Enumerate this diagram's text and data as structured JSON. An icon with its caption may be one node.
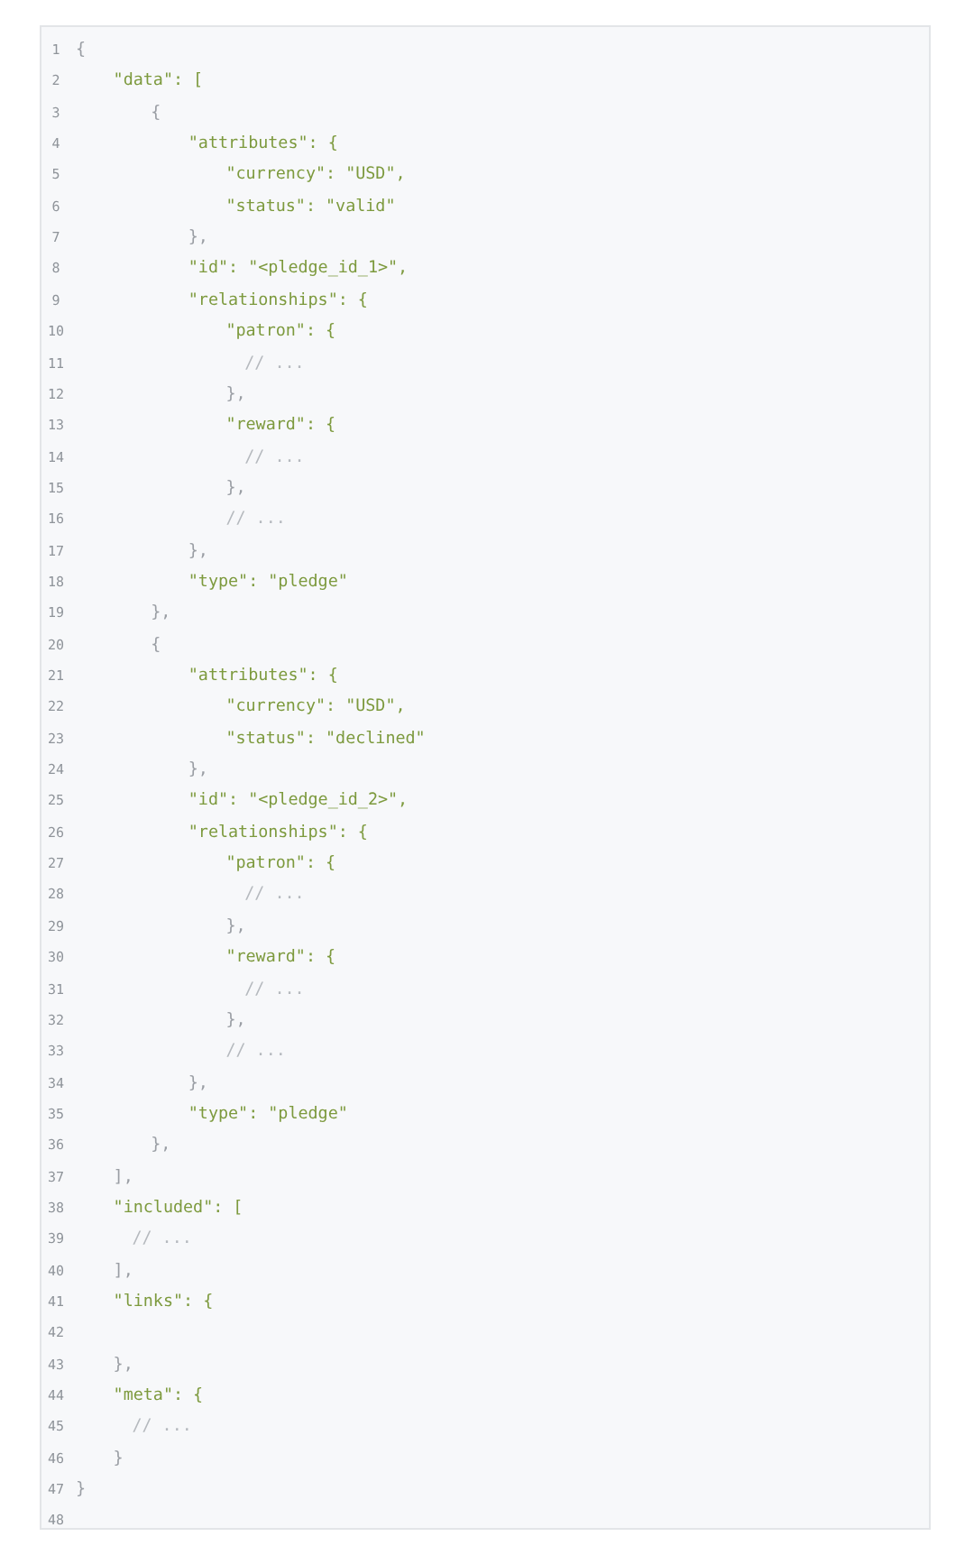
{
  "diagram": {
    "labels": [
      "1",
      "{",
      "2",
      "\"data\": [",
      "3",
      "{",
      "4",
      "\"attributes\": {",
      "5",
      "\"currency\": \"USD\",",
      "6",
      "\"status\": \"valid\"",
      "7",
      "},",
      "8",
      "\"id\": \"<pledge_id_1>\",",
      "9",
      "\"relationships\": {",
      "10",
      "\"patron\": {",
      "11",
      "// ...",
      "12",
      "},",
      "13",
      "\"reward\": {",
      "14",
      "// ...",
      "15",
      "},",
      "16",
      "// ...",
      "17",
      "},",
      "18",
      "\"type\": \"pledge\"",
      "19",
      "},",
      "20",
      "{",
      "21",
      "\"attributes\": {",
      "22",
      "\"currency\": \"USD\",",
      "23",
      "\"status\": \"declined\"",
      "24",
      "},",
      "25",
      "\"id\": \"<pledge_id_2>\",",
      "26",
      "\"relationships\": {",
      "27",
      "\"patron\": {",
      "28",
      "// ...",
      "29",
      "},",
      "30",
      "\"reward\": {",
      "31",
      "// ...",
      "32",
      "},",
      "33",
      "// ...",
      "34",
      "},",
      "35",
      "\"type\": \"pledge\"",
      "36",
      "},",
      "37",
      "],",
      "38",
      "\"included\": [",
      "39",
      "// ...",
      "40",
      "],",
      "41",
      "\"links\": {",
      "42",
      "43",
      "},",
      "44",
      "\"meta\": {",
      "45",
      "// ...",
      "46",
      "}",
      "47",
      "}",
      "48"
    ]
  }
}
